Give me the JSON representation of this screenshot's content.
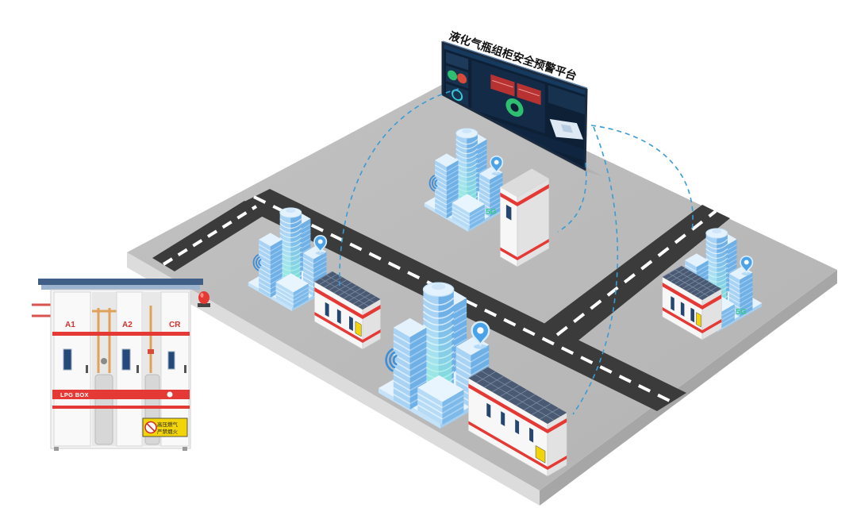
{
  "platform": {
    "title": "液化气瓶组柜安全预警平台"
  },
  "network": {
    "badge": "5G"
  },
  "cabinet_detail": {
    "bays": {
      "a1": "A1",
      "a2": "A2",
      "cr": "CR"
    },
    "brand_label": "LPG BOX",
    "warning_sign": {
      "line1": "高压燃气",
      "line2": "严禁烟火"
    }
  },
  "colors": {
    "link_dashes": "#3a9bd5",
    "brand_red": "#e53935",
    "road": "#3b3b3b",
    "ground": "#b9b9b9",
    "building_blue": "#9fd0f5",
    "signal_green": "#38c98a",
    "screen_bg": "#0d2036",
    "warning_yellow": "#f2d40a"
  },
  "icons": [
    "location-pin-icon",
    "wifi-signal-icon",
    "no-smoking-icon",
    "warning-beacon-icon",
    "brand-logo-icon"
  ]
}
